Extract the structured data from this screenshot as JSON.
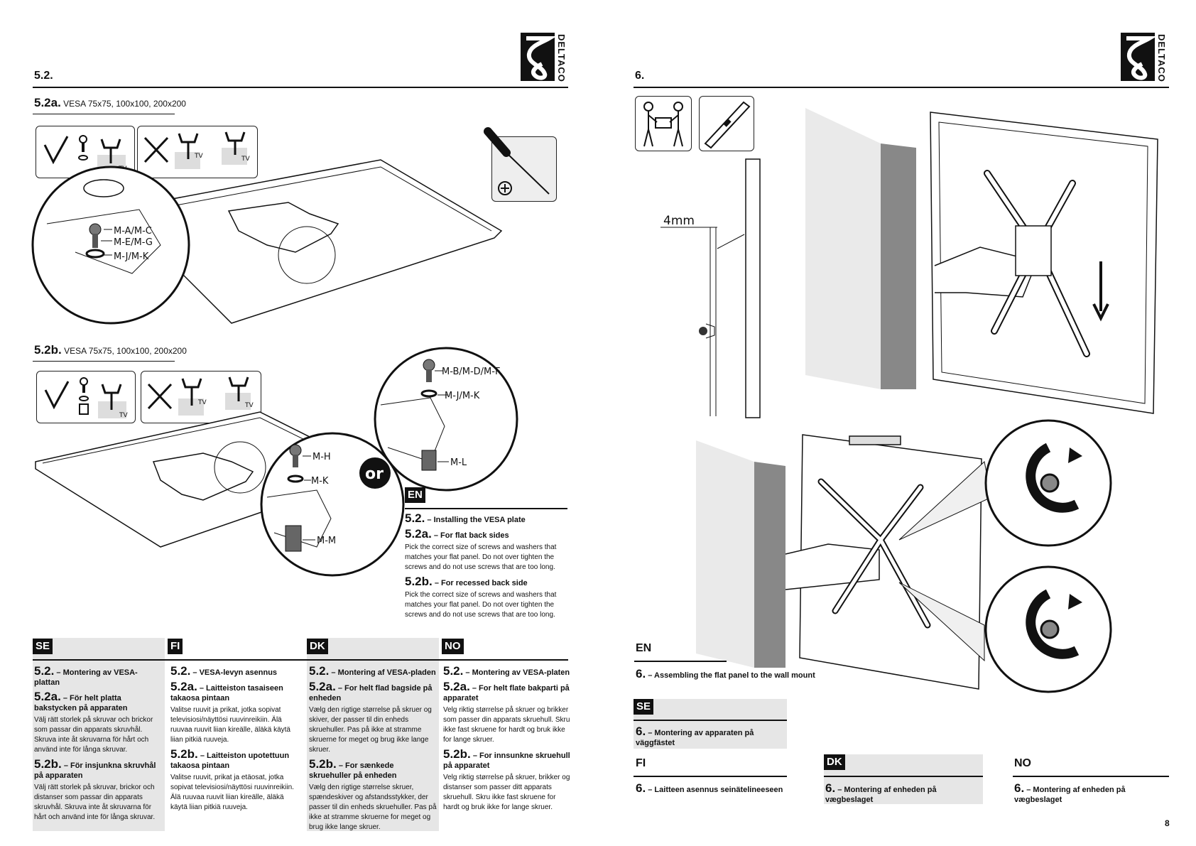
{
  "brand": "DELTACO",
  "page_number": "8",
  "left": {
    "section": "5.2.",
    "a_label": "5.2a.",
    "a_vesa": "VESA 75x75, 100x100, 200x200",
    "b_label": "5.2b.",
    "b_vesa": "VESA 75x75, 100x100, 200x200",
    "tv_tag": "TV",
    "parts_a": [
      "M-A/M-C",
      "M-E/M-G",
      "M-J/M-K"
    ],
    "parts_b1": [
      "M-B/M-D/M-F",
      "M-J/M-K",
      "M-L"
    ],
    "parts_b2": [
      "M-H",
      "M-K",
      "M-M"
    ],
    "or_label": "or",
    "en": {
      "lang": "EN",
      "h1_num": "5.2.",
      "h1": "– Installing the VESA plate",
      "h2_num": "5.2a.",
      "h2": "– For flat back sides",
      "p2": "Pick the correct size of screws and washers that matches your flat panel. Do not over tighten the screws and do not use screws that are too long.",
      "h3_num": "5.2b.",
      "h3": "– For recessed back side",
      "p3": "Pick the correct size of screws and washers that matches your flat panel. Do not over tighten the screws and do not use screws that are too long."
    },
    "columns": [
      {
        "lang": "SE",
        "h1_num": "5.2.",
        "h1": "– Montering av VESA-plattan",
        "h2_num": "5.2a.",
        "h2": "– För helt platta bakstycken på apparaten",
        "p2": "Välj rätt storlek på skruvar och brickor som passar din apparats skruvhål. Skruva inte åt skruvarna för hårt och använd inte för långa skruvar.",
        "h3_num": "5.2b.",
        "h3": "– För insjunkna skruvhål på apparaten",
        "p3": "Välj rätt storlek på skruvar, brickor och distanser som passar din apparats skruvhål. Skruva inte åt skruvarna för hårt och använd inte för långa skruvar."
      },
      {
        "lang": "FI",
        "h1_num": "5.2.",
        "h1": "– VESA-levyn asennus",
        "h2_num": "5.2a.",
        "h2": "– Laitteiston tasaiseen takaosa pintaan",
        "p2": "Valitse ruuvit ja prikat, jotka sopivat televisiosi/näyttösi ruuvinreikiin. Älä ruuvaa ruuvit liian kireälle, äläkä käytä liian pitkiä ruuveja.",
        "h3_num": "5.2b.",
        "h3": "– Laitteiston upotettuun takaosa pintaan",
        "p3": "Valitse ruuvit, prikat ja etäosat, jotka sopivat televisiosi/näyttösi ruuvinreikiin. Älä ruuvaa ruuvit liian kireälle, äläkä käytä liian pitkiä ruuveja."
      },
      {
        "lang": "DK",
        "h1_num": "5.2.",
        "h1": "– Montering af VESA-pladen",
        "h2_num": "5.2a.",
        "h2": "– For helt flad bagside på enheden",
        "p2": "Vælg den rigtige størrelse på skruer og skiver, der passer til din enheds skruehuller. Pas på ikke at stramme skruerne for meget og brug ikke lange skruer.",
        "h3_num": "5.2b.",
        "h3": "– For sænkede skruehuller på enheden",
        "p3": "Vælg den rigtige størrelse skruer, spændeskiver og afstandsstykker, der passer til din enheds skruehuller. Pas på ikke at stramme skruerne for meget og brug ikke lange skruer."
      },
      {
        "lang": "NO",
        "h1_num": "5.2.",
        "h1": "– Montering av VESA-platen",
        "h2_num": "5.2a.",
        "h2": "– For helt flate bakparti på apparatet",
        "p2": "Velg riktig størrelse på skruer og brikker som passer din apparats skruehull. Skru ikke fast skruene for hardt og bruk ikke for lange skruer.",
        "h3_num": "5.2b.",
        "h3": "– For innsunkne skruehull på apparatet",
        "p3": "Velg riktig størrelse på skruer, brikker og distanser som passer ditt apparats skruehull. Skru ikke fast skruene for hardt og bruk ikke for lange skruer."
      }
    ]
  },
  "right": {
    "section": "6.",
    "gap_label": "4mm",
    "en": {
      "lang": "EN",
      "num": "6.",
      "text": "– Assembling the flat panel to the wall mount"
    },
    "se": {
      "lang": "SE",
      "num": "6.",
      "text": "– Montering av apparaten på väggfästet"
    },
    "fi": {
      "lang": "FI",
      "num": "6.",
      "text": "– Laitteen asennus seinätelineeseen"
    },
    "dk": {
      "lang": "DK",
      "num": "6.",
      "text": "– Montering af enheden på vægbeslaget"
    },
    "no": {
      "lang": "NO",
      "num": "6.",
      "text": "– Montering af enheden på vægbeslaget"
    }
  }
}
